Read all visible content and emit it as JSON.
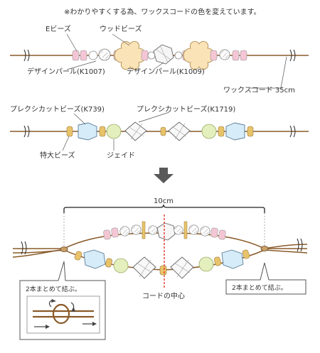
{
  "note": "※わかりやすくする為、ワックスコードの色を変えています。",
  "labels": {
    "e_beads": "Eビーズ",
    "wood_beads": "ウッドビーズ",
    "design_pearl_1007": "デザインパール(K1007)",
    "design_pearl_1009": "デザインパール(K1009)",
    "wax_cord": "ワックスコード 35cm",
    "plexi_739": "プレクシカットビーズ(K739)",
    "plexi_1719": "プレクシカットビーズ(K1719)",
    "large_beads": "特大ビーズ",
    "jade": "ジェイド",
    "length": "10cm",
    "center": "コードの中心",
    "tie_left": "2本まとめて結ぶ。",
    "tie_right": "2本まとめて結ぶ。"
  },
  "colors": {
    "cord": "#8a5a28",
    "pink_bead": "#f4c6d4",
    "wood_bead": "#fbe3b8",
    "crystal_blue": "#d6ecf8",
    "jade": "#e4efbe",
    "gold": "#e8c36a",
    "center_line": "#e0281e",
    "arrow": "#595959"
  }
}
